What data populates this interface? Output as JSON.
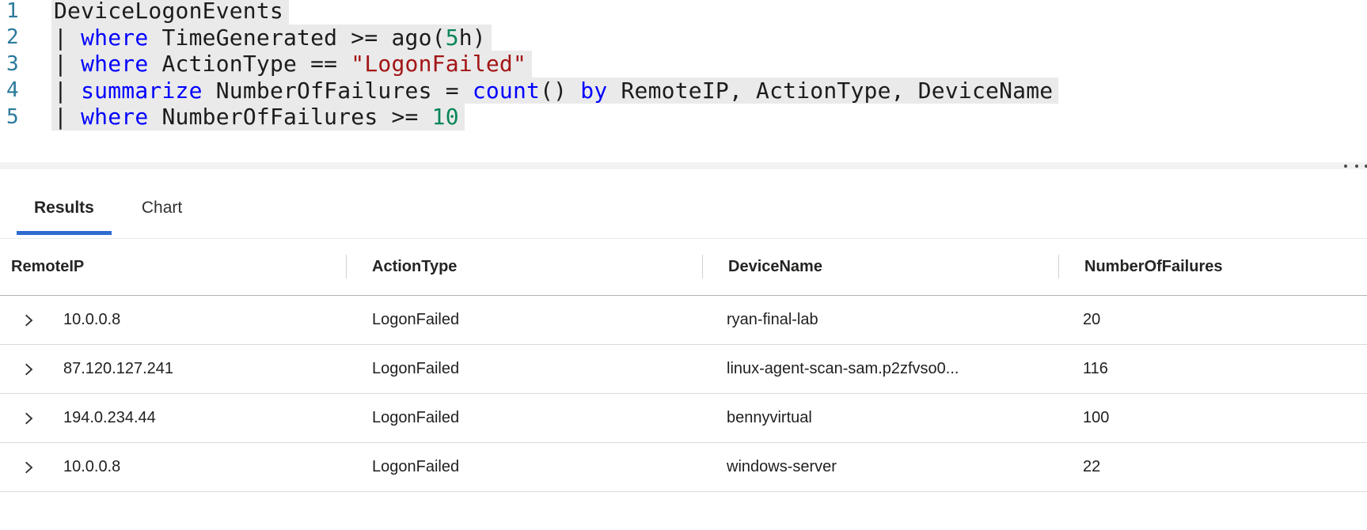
{
  "editor": {
    "lines": [
      {
        "number": "1",
        "tokens": [
          {
            "text": "DeviceLogonEvents",
            "type": "plain"
          }
        ]
      },
      {
        "number": "2",
        "tokens": [
          {
            "text": "| ",
            "type": "plain"
          },
          {
            "text": "where",
            "type": "keyword"
          },
          {
            "text": " TimeGenerated >= ago(",
            "type": "plain"
          },
          {
            "text": "5",
            "type": "number"
          },
          {
            "text": "h)",
            "type": "plain"
          }
        ]
      },
      {
        "number": "3",
        "tokens": [
          {
            "text": "| ",
            "type": "plain"
          },
          {
            "text": "where",
            "type": "keyword"
          },
          {
            "text": " ActionType == ",
            "type": "plain"
          },
          {
            "text": "\"LogonFailed\"",
            "type": "string"
          }
        ]
      },
      {
        "number": "4",
        "tokens": [
          {
            "text": "| ",
            "type": "plain"
          },
          {
            "text": "summarize",
            "type": "keyword"
          },
          {
            "text": " NumberOfFailures = ",
            "type": "plain"
          },
          {
            "text": "count",
            "type": "keyword"
          },
          {
            "text": "() ",
            "type": "plain"
          },
          {
            "text": "by",
            "type": "keyword"
          },
          {
            "text": " RemoteIP, ActionType, DeviceName",
            "type": "plain"
          }
        ]
      },
      {
        "number": "5",
        "tokens": [
          {
            "text": "| ",
            "type": "plain"
          },
          {
            "text": "where",
            "type": "keyword"
          },
          {
            "text": " NumberOfFailures >= ",
            "type": "plain"
          },
          {
            "text": "10",
            "type": "number"
          }
        ]
      }
    ]
  },
  "tabs": [
    {
      "label": "Results",
      "active": true
    },
    {
      "label": "Chart",
      "active": false
    }
  ],
  "table": {
    "columns": [
      "RemoteIP",
      "ActionType",
      "DeviceName",
      "NumberOfFailures"
    ],
    "rows": [
      [
        "10.0.0.8",
        "LogonFailed",
        "ryan-final-lab",
        "20"
      ],
      [
        "87.120.127.241",
        "LogonFailed",
        "linux-agent-scan-sam.p2zfvso0...",
        "116"
      ],
      [
        "194.0.234.44",
        "LogonFailed",
        "bennyvirtual",
        "100"
      ],
      [
        "10.0.0.8",
        "LogonFailed",
        "windows-server",
        "22"
      ]
    ]
  },
  "icons": {
    "splitter": "ellipsis-dots",
    "row_expand": "chevron-right"
  },
  "colors": {
    "tab_underline": "#2e6bd0",
    "keyword": "#0000ff",
    "string": "#a31515",
    "number": "#098658",
    "line_number": "#2b7a9b",
    "selection_bg": "#eaeaea",
    "header_border": "#b5b3b1",
    "row_border": "#dcdad9"
  }
}
